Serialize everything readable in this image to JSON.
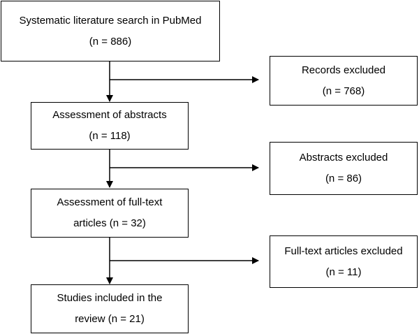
{
  "flow": {
    "search": {
      "line1": "Systematic literature search in PubMed",
      "line2": "(n = 886)"
    },
    "abstracts": {
      "line1": "Assessment of abstracts",
      "line2": "(n = 118)"
    },
    "fulltext": {
      "line1": "Assessment of full-text",
      "line2": "articles (n = 32)"
    },
    "included": {
      "line1": "Studies included in the",
      "line2": "review (n = 21)"
    }
  },
  "exclusions": {
    "records": {
      "line1": "Records excluded",
      "line2": "(n = 768)"
    },
    "abstracts": {
      "line1": "Abstracts excluded",
      "line2": "(n = 86)"
    },
    "fulltext": {
      "line1": "Full-text articles excluded",
      "line2": "(n = 11)"
    }
  },
  "colors": {
    "stroke": "#000000",
    "background": "#ffffff"
  }
}
